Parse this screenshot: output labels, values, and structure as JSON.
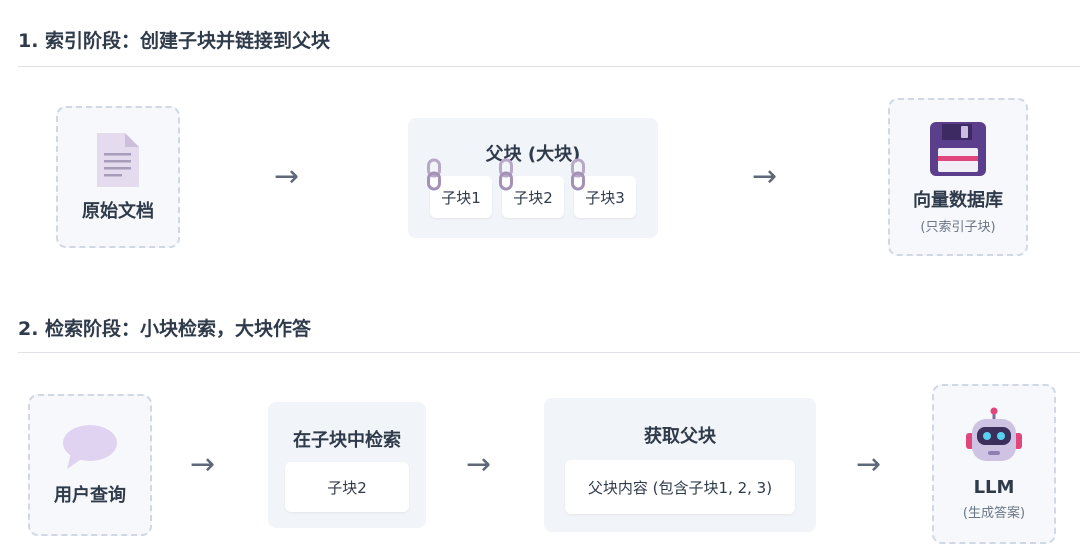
{
  "section1": {
    "title": "1. 索引阶段：创建子块并链接到父块",
    "doc": {
      "label": "原始文档",
      "icon": "document-icon"
    },
    "parent": {
      "title": "父块 (大块)",
      "chunks": [
        "子块1",
        "子块2",
        "子块3"
      ],
      "link_icon": "chain-link-icon"
    },
    "vector_db": {
      "label": "向量数据库",
      "sub": "(只索引子块)",
      "icon": "floppy-disk-icon"
    },
    "arrow_glyph": "→"
  },
  "section2": {
    "title": "2. 检索阶段：小块检索，大块作答",
    "query": {
      "label": "用户查询",
      "icon": "speech-bubble-icon"
    },
    "search": {
      "title": "在子块中检索",
      "result": "子块2"
    },
    "fetch": {
      "title": "获取父块",
      "content": "父块内容 (包含子块1, 2, 3)"
    },
    "llm": {
      "label": "LLM",
      "sub": "(生成答案)",
      "icon": "robot-icon"
    },
    "arrow_glyph": "→"
  },
  "colors": {
    "dashed_border": "#cfd8e3",
    "panel_bg": "#f1f4f8",
    "text": "#2f3a4a",
    "arrow": "#5e6878"
  }
}
